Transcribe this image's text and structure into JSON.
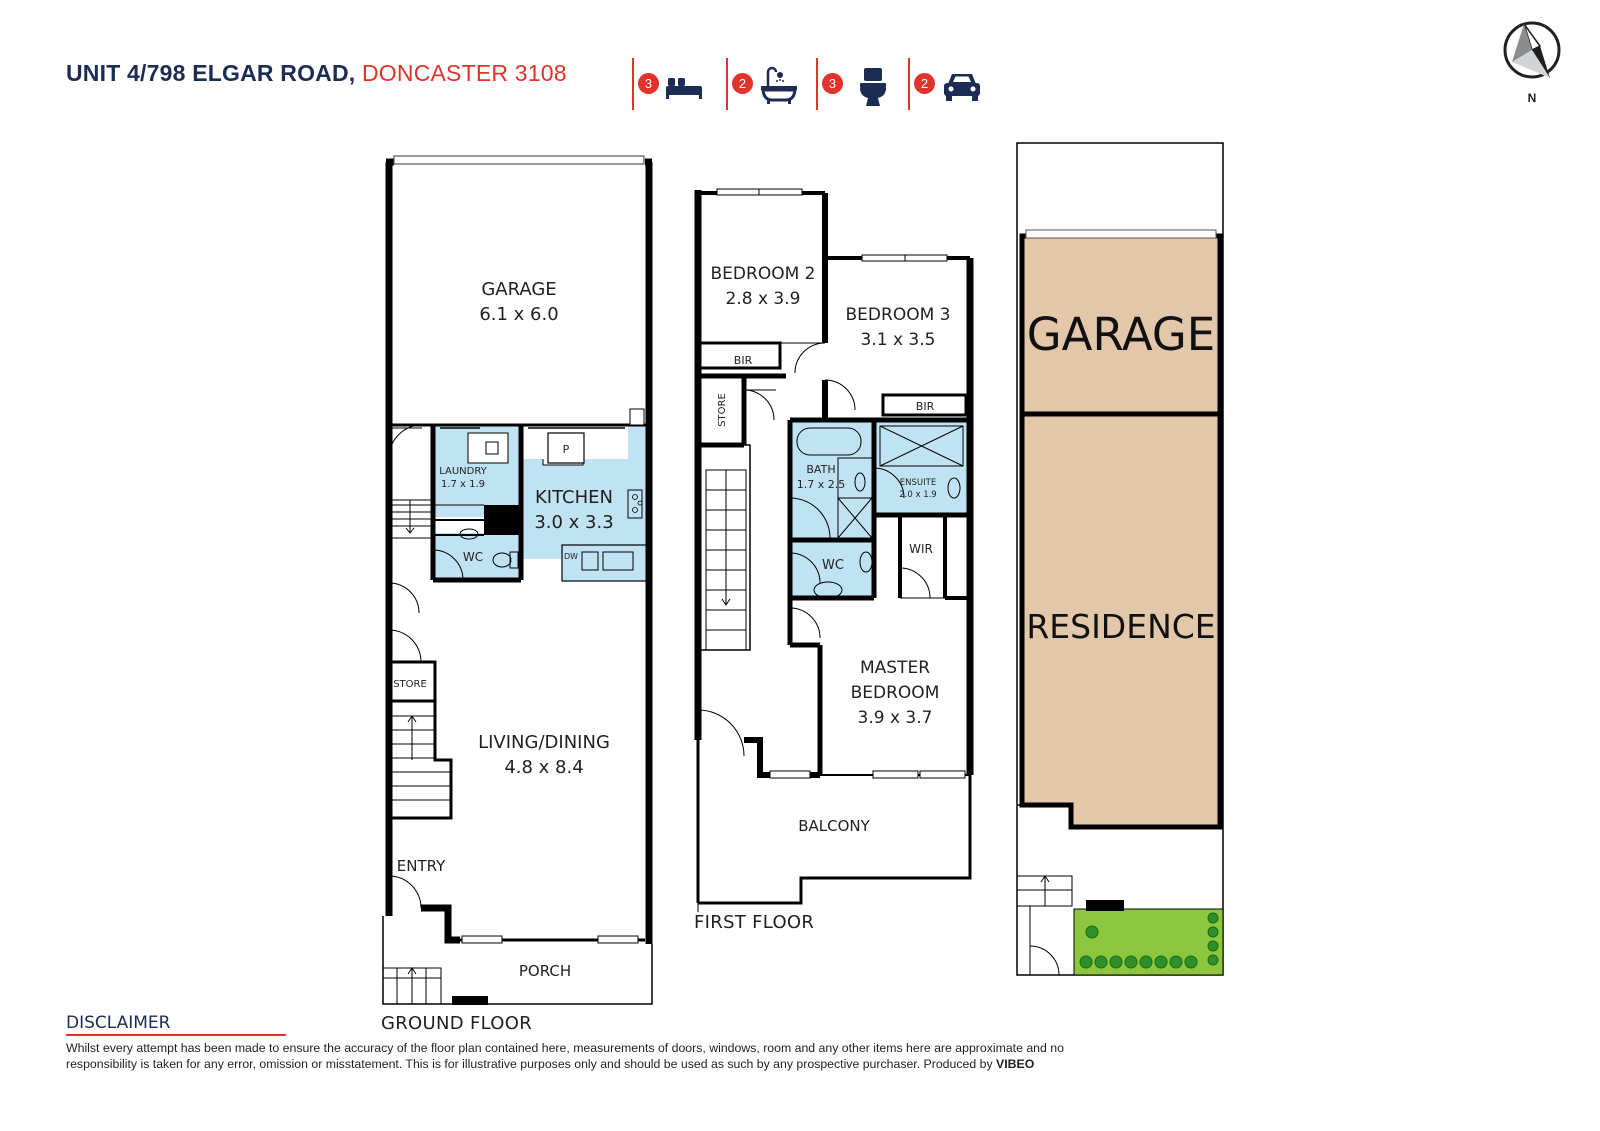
{
  "header": {
    "street": "UNIT 4/798 ELGAR ROAD,",
    "suburb": "DONCASTER 3108"
  },
  "features": [
    {
      "count": "3",
      "icon": "bed-icon"
    },
    {
      "count": "2",
      "icon": "bathtub-icon"
    },
    {
      "count": "3",
      "icon": "toilet-icon"
    },
    {
      "count": "2",
      "icon": "car-icon"
    }
  ],
  "compass": {
    "label": "N"
  },
  "colors": {
    "accent": "#e2332b",
    "navy": "#1d2c52",
    "wet_area": "#bfe3f3",
    "site_building": "#e3c7aa",
    "garden": "#8cc63f"
  },
  "ground_floor": {
    "label": "GROUND FLOOR",
    "rooms": {
      "garage": {
        "name": "GARAGE",
        "dims": "6.1 x 6.0"
      },
      "laundry": {
        "name": "LAUNDRY",
        "dims": "1.7 x 1.9"
      },
      "kitchen": {
        "name": "KITCHEN",
        "dims": "3.0 x 3.3"
      },
      "pantry": {
        "name": "P"
      },
      "dishwasher": {
        "name": "DW"
      },
      "wc": {
        "name": "WC"
      },
      "store": {
        "name": "STORE"
      },
      "living": {
        "name": "LIVING/DINING",
        "dims": "4.8 x 8.4"
      },
      "entry": {
        "name": "ENTRY"
      },
      "porch": {
        "name": "PORCH"
      }
    }
  },
  "first_floor": {
    "label": "FIRST FLOOR",
    "rooms": {
      "bedroom2": {
        "name": "BEDROOM 2",
        "dims": "2.8 x 3.9"
      },
      "bir1": {
        "name": "BIR"
      },
      "bedroom3": {
        "name": "BEDROOM 3",
        "dims": "3.1 x 3.5"
      },
      "bir2": {
        "name": "BIR"
      },
      "store": {
        "name": "STORE"
      },
      "bath": {
        "name": "BATH",
        "dims": "1.7 x 2.5"
      },
      "ensuite": {
        "name": "ENSUITE",
        "dims": "2.0 x 1.9"
      },
      "wc": {
        "name": "WC"
      },
      "wir": {
        "name": "WIR"
      },
      "master": {
        "name_line1": "MASTER",
        "name_line2": "BEDROOM",
        "dims": "3.9 x 3.7"
      },
      "balcony": {
        "name": "BALCONY"
      }
    }
  },
  "site_plan": {
    "garage": "GARAGE",
    "residence": "RESIDENCE"
  },
  "disclaimer": {
    "title": "DISCLAIMER",
    "text": "Whilst every attempt has been made to ensure the accuracy of the floor plan contained  here, measurements of doors, windows, room and any other items here are approximate and no responsibility is taken for any error, omission or misstatement. This is for illustrative purposes only and should be used as such by any prospective purchaser. Produced by",
    "producer": "VIBEO"
  }
}
